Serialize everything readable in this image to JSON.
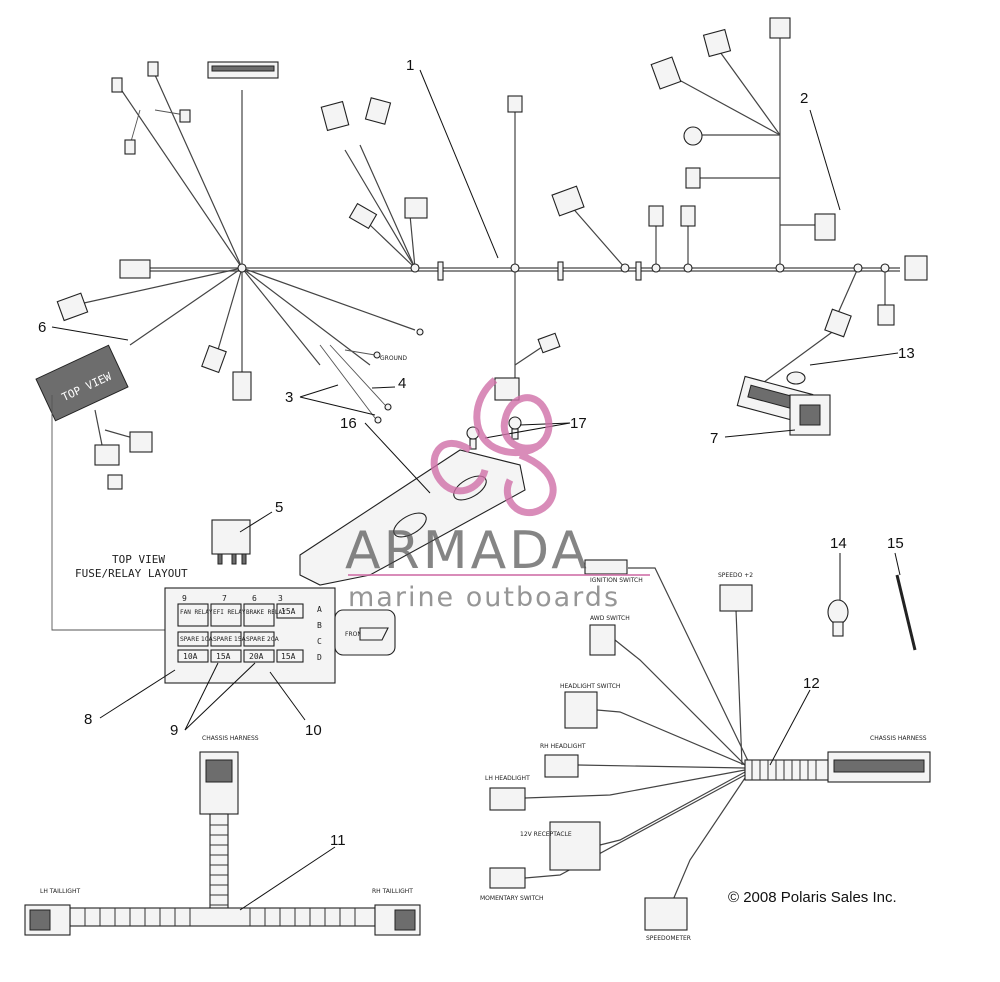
{
  "callouts": [
    "1",
    "2",
    "3",
    "4",
    "5",
    "6",
    "7",
    "8",
    "9",
    "10",
    "11",
    "12",
    "13",
    "14",
    "15",
    "16",
    "17"
  ],
  "top_view_label": "TOP VIEW",
  "fuse_layout_label": [
    "TOP VIEW",
    "FUSE/RELAY LAYOUT"
  ],
  "fuse_box": {
    "col_numbers": [
      "9",
      "7",
      "6",
      "3"
    ],
    "row_letters": [
      "A",
      "B",
      "C",
      "D"
    ],
    "top_row": [
      "FAN RELAY",
      "EFI RELAY",
      "BRAKE RELAY",
      "15A"
    ],
    "mid_row": [
      "SPARE 10A",
      "SPARE 15A",
      "SPARE 20A"
    ],
    "bottom_row": [
      "10A",
      "15A",
      "20A",
      "15A"
    ],
    "front_label": "FRONT"
  },
  "connector_labels": {
    "ignition_switch": "IGNITION SWITCH",
    "speedo": "SPEEDO +2",
    "awd_switch": "AWD SWITCH",
    "headlight_switch": "HEADLIGHT SWITCH",
    "rh_headlight": "RH HEADLIGHT",
    "lh_headlight": "LH HEADLIGHT",
    "receptacle": "12V RECEPTACLE",
    "momentary_switch": "MOMENTARY SWITCH",
    "speedometer": "SPEEDOMETER",
    "chassis_harness_right": "CHASSIS HARNESS",
    "chassis_harness_bottom": "CHASSIS HARNESS",
    "lh_taillight": "LH TAILLIGHT",
    "rh_taillight": "RH TAILLIGHT",
    "ground": "GROUND"
  },
  "watermark": {
    "brand": "ARMADA",
    "tagline": "marine outboards",
    "brand_color": "#d070a8"
  },
  "copyright": "© 2008 Polaris Sales Inc."
}
